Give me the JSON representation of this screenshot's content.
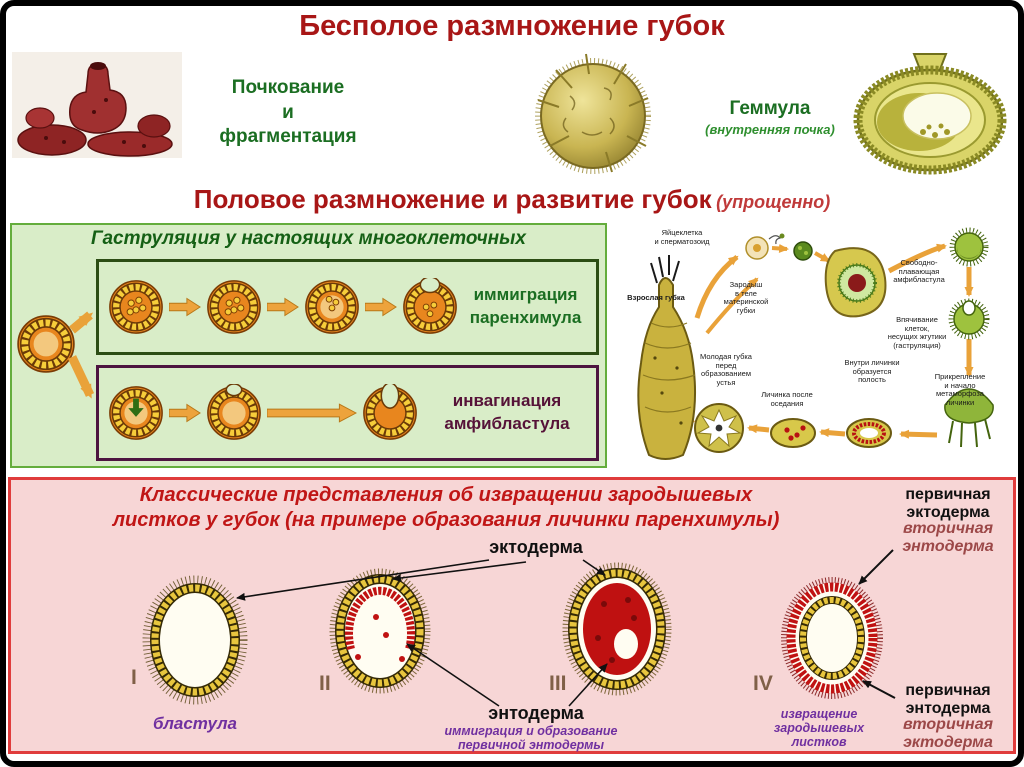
{
  "slide": {
    "title": "Бесполое размножение губок"
  },
  "asexual": {
    "budding_label": "Почкование\nи\nфрагментация",
    "gemmula_label": "Геммула",
    "gemmula_note": "(внутренняя почка)"
  },
  "sexual": {
    "title": "Половое размножение и развитие губок",
    "note": "(упрощенно)"
  },
  "gastrulation": {
    "panel_title": "Гаструляция у настоящих многоклеточных",
    "row1_label_top": "иммиграция",
    "row1_label_bottom": "паренхимула",
    "row2_label_top": "инвагинация",
    "row2_label_bottom": "амфибластула"
  },
  "lifecycle": {
    "egg": "Яйцеклетка\nи сперматозоид",
    "adult": "Взрослая губка",
    "embryo": "Зародыш\nв теле\nматеринской\nгубки",
    "free_larva": "Свободно-\nплавающая\nамфибластула",
    "invagination": "Впячивание клеток,\nнесущих жгутики\n(гаструляция)",
    "young_sponge": "Молодая губка\nперед\nобразованием\nустья",
    "cavity": "Внутри личинки\nобразуется\nполость",
    "settled": "Личинка после\nоседания",
    "metamorphosis": "Прикрепление\nи начало\nметаморфоза\nличинки"
  },
  "classic": {
    "title": "Классические представления об извращении зародышевых\nлистков у губок (на примере образования личинки паренхимулы)",
    "ectoderm": "эктодерма",
    "entoderm": "энтодерма",
    "stages": [
      "I",
      "II",
      "III",
      "IV"
    ],
    "blastula": "бластула",
    "immigration_note": "иммиграция и образование\nпервичной энтодермы",
    "inversion_note": "извращение\nзародышевых\nлистков",
    "primary_ectoderm": "первичная\nэктодерма",
    "secondary_entoderm": "вторичная\nэнтодерма",
    "primary_entoderm": "первичная\nэнтодерма",
    "secondary_ectoderm": "вторичная\nэктодерма"
  },
  "colors": {
    "title_red": "#a81616",
    "green_text": "#1b6e22",
    "purple_text": "#7030a0",
    "maroon_text": "#9c4848",
    "panel_green_bg": "#d9edc8",
    "panel_pink_bg": "#f7d6d6"
  }
}
